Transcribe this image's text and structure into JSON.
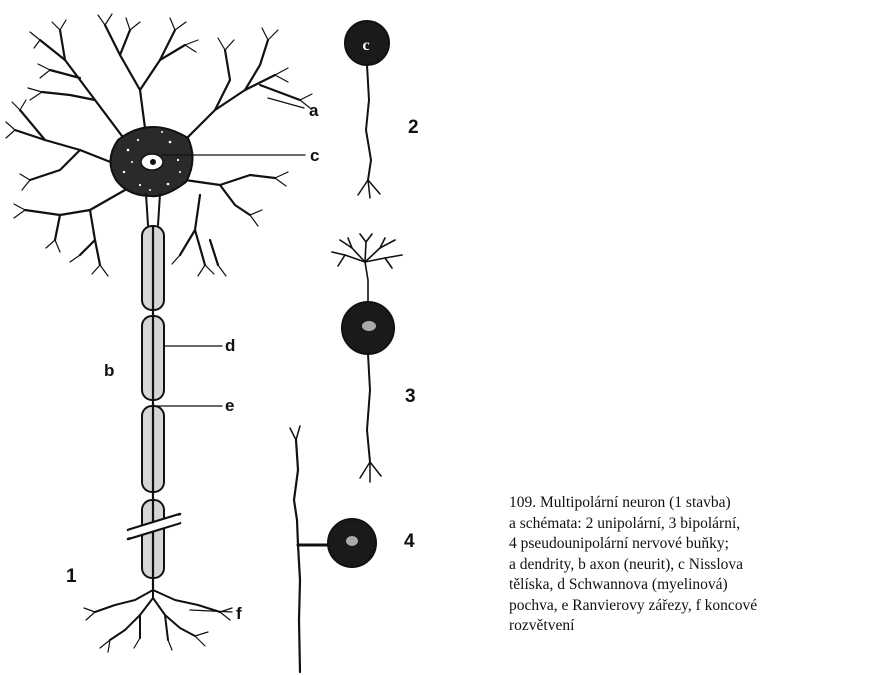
{
  "labels": {
    "a": "a",
    "b": "b",
    "c": "c",
    "d": "d",
    "e": "e",
    "f": "f",
    "n1": "1",
    "n2": "2",
    "n3": "3",
    "n4": "4"
  },
  "caption": {
    "lines": [
      "109.   Multipolární neuron (1 stavba)",
      "a schémata: 2 unipolární, 3 bipolární,",
      "4 pseudounipolární nervové buňky;",
      "a dendrity, b axon (neurit), c Nisslova",
      "tělíska, d Schwannova (myelinová)",
      "pochva, e Ranvierovy zářezy, f koncové",
      "rozvětvení"
    ]
  },
  "colors": {
    "ink": "#111111",
    "paper": "#ffffff",
    "cell_fill": "#1a1a1a"
  }
}
